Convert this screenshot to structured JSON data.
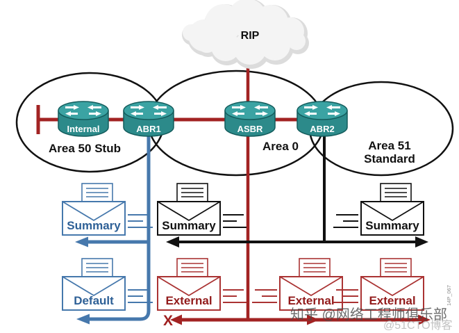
{
  "cloud": {
    "label": "RIP"
  },
  "areas": {
    "stub": {
      "label": "Area 50 Stub"
    },
    "backbone": {
      "label": "Area 0"
    },
    "standard": {
      "line1": "Area 51",
      "line2": "Standard"
    }
  },
  "routers": {
    "internal": {
      "label": "Internal"
    },
    "abr1": {
      "label": "ABR1"
    },
    "asbr": {
      "label": "ASBR"
    },
    "abr2": {
      "label": "ABR2"
    }
  },
  "envelopes": {
    "summary_stub": {
      "label": "Summary"
    },
    "summary_backbone": {
      "label": "Summary"
    },
    "summary_standard": {
      "label": "Summary"
    },
    "default_stub": {
      "label": "Default"
    },
    "external_backbone": {
      "label": "External"
    },
    "external_mid": {
      "label": "External"
    },
    "external_standard": {
      "label": "External"
    }
  },
  "markers": {
    "blocked": "X"
  },
  "watermarks": {
    "zhihu": "知乎 @网络工程师俱乐部",
    "cto": "@51CTO博客"
  },
  "figure_code": "14P_067",
  "colors": {
    "red": "#a22323",
    "blue": "#4678ac",
    "teal": "#2c8a8a",
    "black": "#111111"
  }
}
